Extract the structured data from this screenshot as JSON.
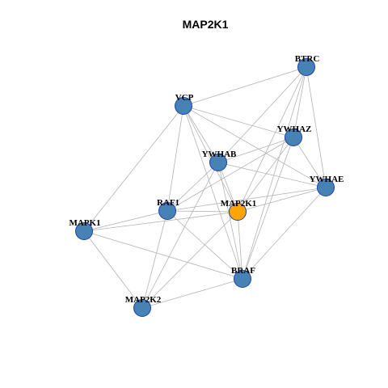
{
  "title": "MAP2K1",
  "colors": {
    "node_default": "#4682b4",
    "node_highlight": "#ffa500",
    "node_border": "#1f3fae",
    "edge": "#b3b3b3"
  },
  "nodes": [
    {
      "id": "BTRC",
      "label": "BTRC",
      "highlight": false
    },
    {
      "id": "VCP",
      "label": "VCP",
      "highlight": false
    },
    {
      "id": "YWHAZ",
      "label": "YWHAZ",
      "highlight": false
    },
    {
      "id": "YWHAB",
      "label": "YWHAB",
      "highlight": false
    },
    {
      "id": "YWHAE",
      "label": "YWHAE",
      "highlight": false
    },
    {
      "id": "RAF1",
      "label": "RAF1",
      "highlight": false
    },
    {
      "id": "MAP2K1",
      "label": "MAP2K1",
      "highlight": true
    },
    {
      "id": "MAPK1",
      "label": "MAPK1",
      "highlight": false
    },
    {
      "id": "BRAF",
      "label": "BRAF",
      "highlight": false
    },
    {
      "id": "MAP2K2",
      "label": "MAP2K2",
      "highlight": false
    }
  ],
  "edges": [
    [
      "BTRC",
      "VCP"
    ],
    [
      "BTRC",
      "YWHAZ"
    ],
    [
      "BTRC",
      "YWHAE"
    ],
    [
      "BTRC",
      "YWHAB"
    ],
    [
      "BTRC",
      "MAP2K1"
    ],
    [
      "BTRC",
      "BRAF"
    ],
    [
      "VCP",
      "YWHAZ"
    ],
    [
      "VCP",
      "YWHAE"
    ],
    [
      "VCP",
      "YWHAB"
    ],
    [
      "VCP",
      "MAP2K1"
    ],
    [
      "VCP",
      "RAF1"
    ],
    [
      "VCP",
      "MAPK1"
    ],
    [
      "VCP",
      "BRAF"
    ],
    [
      "YWHAZ",
      "YWHAB"
    ],
    [
      "YWHAZ",
      "YWHAE"
    ],
    [
      "YWHAZ",
      "RAF1"
    ],
    [
      "YWHAZ",
      "MAP2K1"
    ],
    [
      "YWHAZ",
      "BRAF"
    ],
    [
      "YWHAB",
      "YWHAE"
    ],
    [
      "YWHAB",
      "RAF1"
    ],
    [
      "YWHAB",
      "MAP2K1"
    ],
    [
      "YWHAB",
      "BRAF"
    ],
    [
      "YWHAB",
      "MAP2K2"
    ],
    [
      "YWHAE",
      "RAF1"
    ],
    [
      "YWHAE",
      "MAP2K1"
    ],
    [
      "YWHAE",
      "BRAF"
    ],
    [
      "RAF1",
      "MAP2K1"
    ],
    [
      "RAF1",
      "MAPK1"
    ],
    [
      "RAF1",
      "BRAF"
    ],
    [
      "RAF1",
      "MAP2K2"
    ],
    [
      "MAP2K1",
      "MAPK1"
    ],
    [
      "MAP2K1",
      "BRAF"
    ],
    [
      "MAP2K1",
      "MAP2K2"
    ],
    [
      "MAPK1",
      "MAP2K2"
    ],
    [
      "MAPK1",
      "BRAF"
    ],
    [
      "BRAF",
      "MAP2K2"
    ]
  ]
}
